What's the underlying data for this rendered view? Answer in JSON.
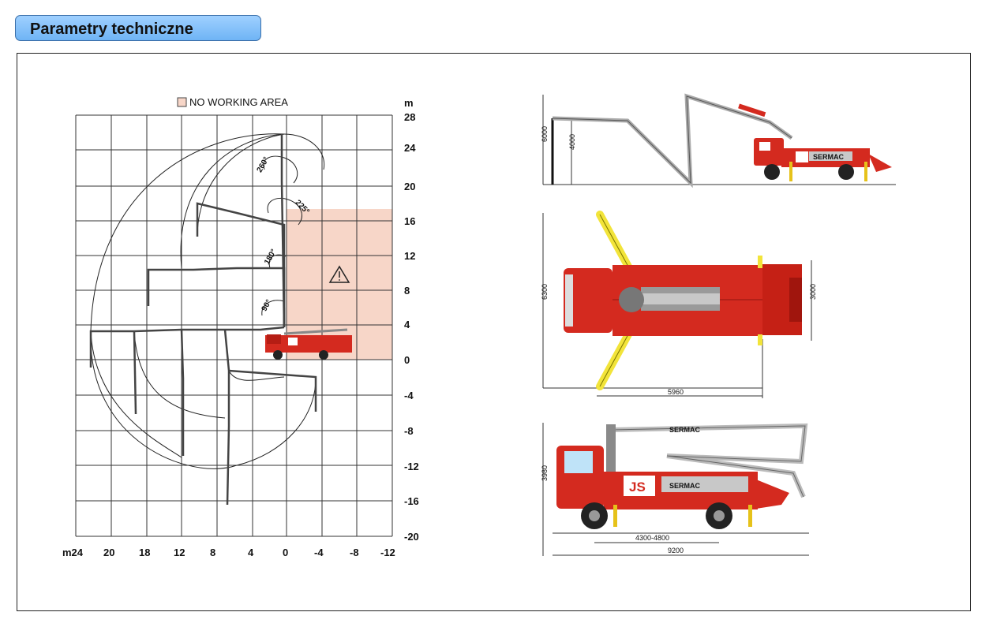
{
  "header": {
    "title": "Parametry techniczne"
  },
  "reach_chart": {
    "legend": "NO WORKING AREA",
    "unit_y": "m",
    "unit_x": "m24",
    "y_ticks": [
      "28",
      "24",
      "20",
      "16",
      "12",
      "8",
      "4",
      "0",
      "-4",
      "-8",
      "-12",
      "-16",
      "-20"
    ],
    "x_ticks": [
      "20",
      "18",
      "12",
      "8",
      "4",
      "0",
      "-4",
      "-8",
      "-12"
    ],
    "angles": [
      "260°",
      "225°",
      "180°",
      "90°"
    ],
    "warning_icon": "warning-triangle-icon",
    "colors": {
      "no_working_area": "#f7d6c8",
      "grid": "#333333",
      "truck": "#d42a1f"
    }
  },
  "side_view_top": {
    "dims": [
      "6000",
      "4000"
    ],
    "brand": "SERMAC"
  },
  "top_view": {
    "dims": [
      "6300",
      "3000",
      "5960"
    ],
    "colors": {
      "body": "#d42a1f",
      "outriggers": "#f2e43a"
    }
  },
  "side_view_bottom": {
    "dims": [
      "3980",
      "4300-4800",
      "9200"
    ],
    "brand": "SERMAC",
    "logo_letters": "JS"
  }
}
